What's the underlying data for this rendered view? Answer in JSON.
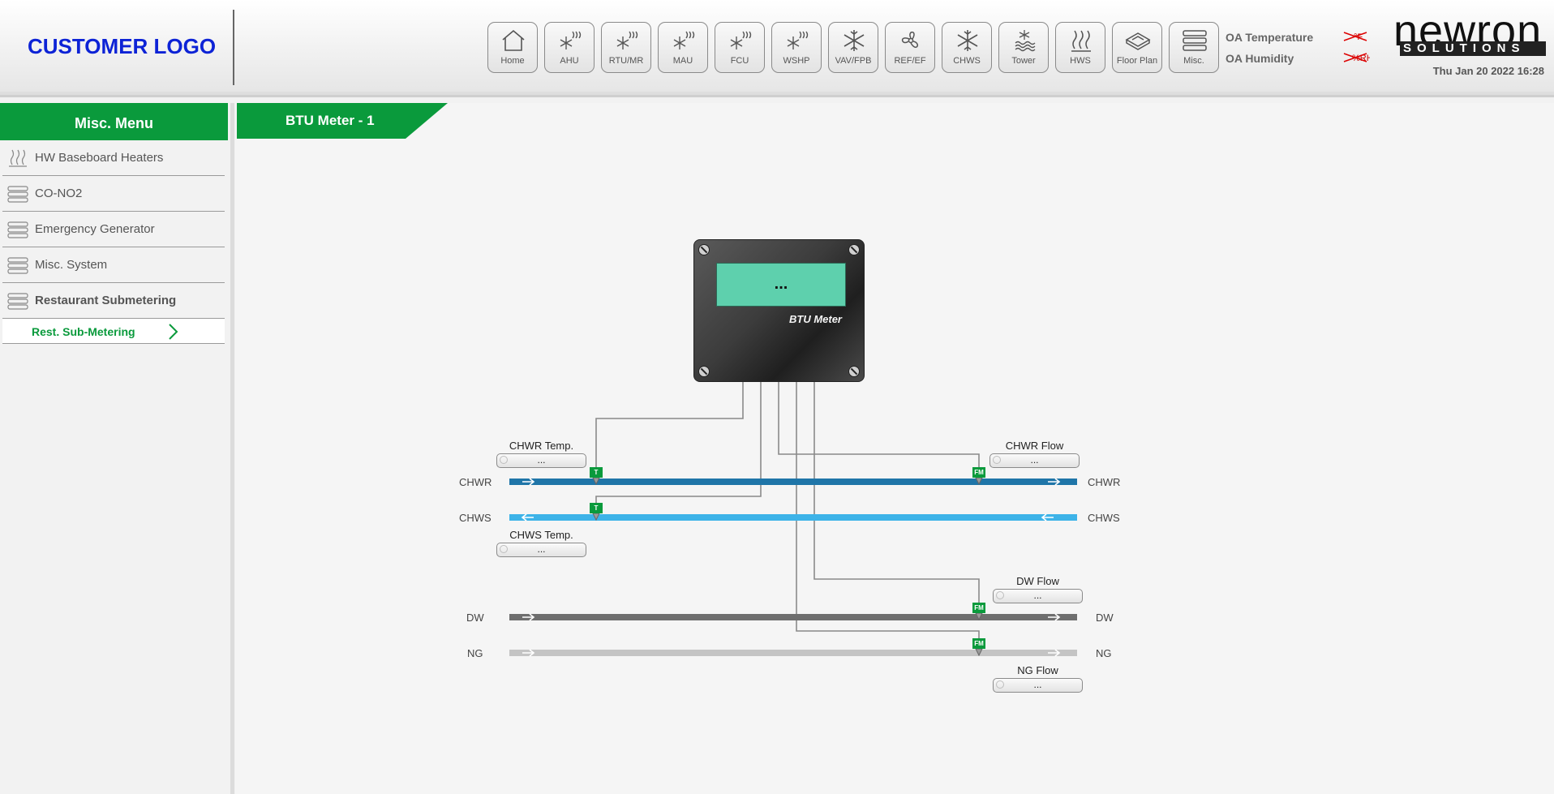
{
  "header": {
    "customer_logo": "CUSTOMER LOGO",
    "oa_temperature_label": "OA Temperature",
    "oa_humidity_label": "OA Humidity",
    "brand_word": "newron",
    "brand_sub": "SOLUTIONS",
    "datetime": "Thu Jan 20 2022 16:28",
    "nav": [
      {
        "label": "Home",
        "icon": "home-icon"
      },
      {
        "label": "AHU",
        "icon": "fan-coil-icon"
      },
      {
        "label": "RTU/MR",
        "icon": "fan-coil-icon"
      },
      {
        "label": "MAU",
        "icon": "fan-coil-icon"
      },
      {
        "label": "FCU",
        "icon": "fan-coil-icon"
      },
      {
        "label": "WSHP",
        "icon": "fan-coil-icon"
      },
      {
        "label": "VAV/FPB",
        "icon": "snowflake-icon"
      },
      {
        "label": "REF/EF",
        "icon": "fan-icon"
      },
      {
        "label": "CHWS",
        "icon": "snowflake-icon"
      },
      {
        "label": "Tower",
        "icon": "tower-icon"
      },
      {
        "label": "HWS",
        "icon": "heat-icon"
      },
      {
        "label": "Floor Plan",
        "icon": "floor-plan-icon"
      },
      {
        "label": "Misc.",
        "icon": "menu-lines-icon"
      }
    ]
  },
  "sidebar": {
    "title": "Misc. Menu",
    "items": [
      {
        "label": "HW Baseboard Heaters",
        "icon": "heat-icon"
      },
      {
        "label": "CO-NO2",
        "icon": "menu-lines-icon"
      },
      {
        "label": "Emergency Generator",
        "icon": "menu-lines-icon"
      },
      {
        "label": "Misc. System",
        "icon": "menu-lines-icon"
      },
      {
        "label": "Restaurant Submetering",
        "icon": "menu-lines-icon"
      },
      {
        "label": "Rest. Sub-Metering",
        "icon": "chevron-right-icon"
      }
    ]
  },
  "page": {
    "tab_title": "BTU Meter - 1"
  },
  "meter": {
    "display_value": "...",
    "label": "BTU Meter"
  },
  "pipes": {
    "chwr": "CHWR",
    "chws": "CHWS",
    "dw": "DW",
    "ng": "NG"
  },
  "sensors": {
    "chwr_temp": {
      "title": "CHWR Temp.",
      "value": "...",
      "tag": "T"
    },
    "chws_temp": {
      "title": "CHWS Temp.",
      "value": "...",
      "tag": "T"
    },
    "chwr_flow": {
      "title": "CHWR Flow",
      "value": "...",
      "tag": "FM"
    },
    "dw_flow": {
      "title": "DW Flow",
      "value": "...",
      "tag": "FM"
    },
    "ng_flow": {
      "title": "NG Flow",
      "value": "...",
      "tag": "FM"
    }
  },
  "colors": {
    "accent_green": "#0a9a3c",
    "chwr_pipe": "#1f75a8",
    "chws_pipe": "#3db3e8",
    "dw_pipe": "#6e6e6e",
    "ng_pipe": "#bdbdbd"
  }
}
